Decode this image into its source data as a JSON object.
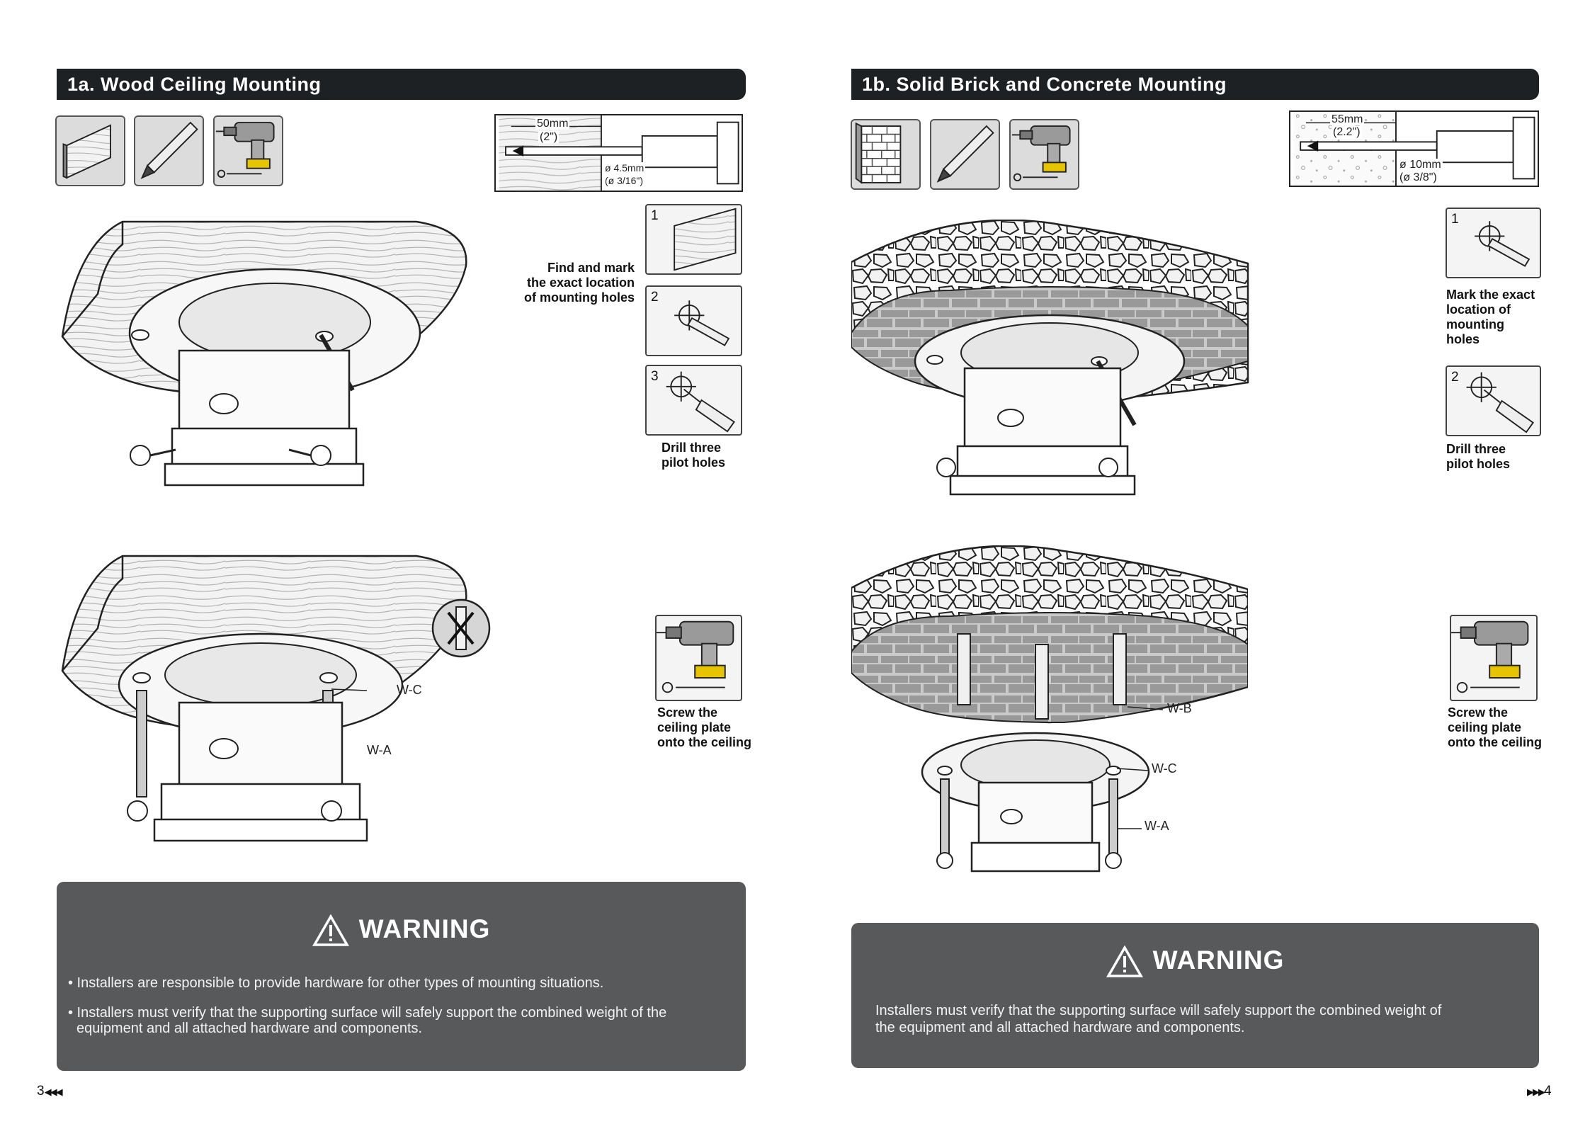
{
  "left_page": {
    "header": "1a. Wood Ceiling Mounting",
    "tool_icons": [
      "wood-board-icon",
      "pencil-icon",
      "power-drill-icon"
    ],
    "drill_spec": {
      "depth_mm": "50mm",
      "depth_in": "(2\")",
      "dia_mm": "ø 4.5mm",
      "dia_in": "(ø 3/16\")"
    },
    "steps": [
      {
        "num": "1",
        "icon": "wood-board-icon"
      },
      {
        "num": "2",
        "icon": "pencil-mark-icon"
      },
      {
        "num": "3",
        "icon": "drill-hole-icon"
      }
    ],
    "caption_find": "Find and mark\nthe exact location\nof mounting holes",
    "caption_drill": "Drill three\npilot holes",
    "caption_screw": "Screw the\nceiling plate\nonto the ceiling",
    "labels": {
      "wc": "W-C",
      "wa": "W-A"
    },
    "warning": {
      "title": "WARNING",
      "lines": [
        "• Installers are responsible to provide hardware for other types of mounting situations.",
        "• Installers must verify that the supporting surface will safely support the combined weight of the",
        "equipment and all attached hardware and components."
      ]
    },
    "page_number": "3"
  },
  "right_page": {
    "header": "1b. Solid Brick and Concrete Mounting",
    "tool_icons": [
      "brick-wall-icon",
      "pencil-icon",
      "power-drill-icon"
    ],
    "drill_spec": {
      "depth_mm": "55mm",
      "depth_in": "(2.2\")",
      "dia_mm": "ø 10mm",
      "dia_in": "(ø 3/8\")"
    },
    "steps": [
      {
        "num": "1",
        "icon": "pencil-mark-icon"
      },
      {
        "num": "2",
        "icon": "drill-hole-icon"
      }
    ],
    "caption_mark": "Mark the exact\nlocation of\nmounting\nholes",
    "caption_drill": "Drill three\npilot holes",
    "caption_screw": "Screw the\nceiling plate\nonto the ceiling",
    "labels": {
      "wb": "W-B",
      "wc": "W-C",
      "wa": "W-A"
    },
    "warning": {
      "title": "WARNING",
      "lines": [
        "Installers must verify that the supporting surface will safely support the combined weight of",
        "the equipment and all attached hardware and components."
      ]
    },
    "page_number": "4"
  }
}
